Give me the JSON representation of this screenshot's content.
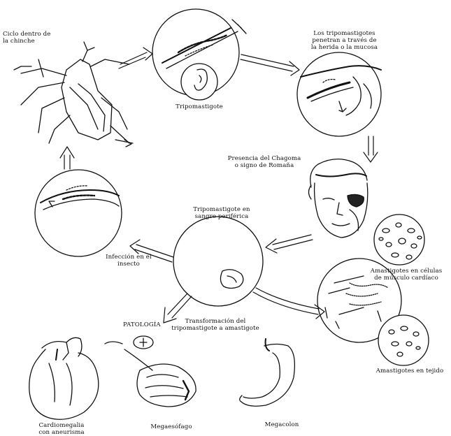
{
  "diagram": {
    "labels": {
      "bug_cycle": "Ciclo dentro de\nla chinche",
      "trypomastigote": "Tripomastigote",
      "penetration": "Los tripomastigotes\npenetran a través de\nla herida o la mucosa",
      "chagoma": "Presencia del Chagoma\no signo de Romaña",
      "amastigotes_cardiac": "Amastigotes en células\nde músculo cardíaco",
      "blood_trypo": "Tripomastigote en\nsangre periférica",
      "bug_infection": "Infección en el\ninsecto",
      "transformation": "Transformación del\ntripomastigote a amastigote",
      "pathology": "PATOLOGÍA",
      "amastigotes_tissue": "Amastigotes en tejido",
      "cardiomegaly": "Cardiomegalia\ncon aneurisma",
      "megaesophagus": "Megaesófago",
      "megacolon": "Megacolon"
    }
  }
}
